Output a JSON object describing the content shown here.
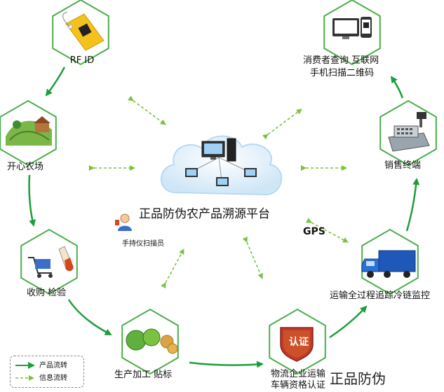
{
  "platform": {
    "title": "正品防伪农产品溯源平台",
    "scanner_label": "手持仪扫描员",
    "gps_label": "GPS"
  },
  "nodes": {
    "rfid": "RF ID",
    "farm": "开心农场",
    "purchase": "收购 检验",
    "processing": "生产加工 贴标",
    "logistics_line1": "物流企业运输",
    "logistics_line2": "车辆资格认证",
    "transport": "运输全过程追踪冷链监控",
    "pos": "销售终端",
    "consumer_line1": "消费者查询 互联网",
    "consumer_line2": "手机扫描二维码"
  },
  "badge_text": "认证",
  "legend": {
    "product_flow": "产品流转",
    "info_flow": "信息流转"
  },
  "watermark": "正品防伪",
  "colors": {
    "hex_stroke": "#4cae4c",
    "product_arrow": "#1e9e3a",
    "info_arrow": "#7cc242",
    "cloud": "#d6ebf9"
  }
}
